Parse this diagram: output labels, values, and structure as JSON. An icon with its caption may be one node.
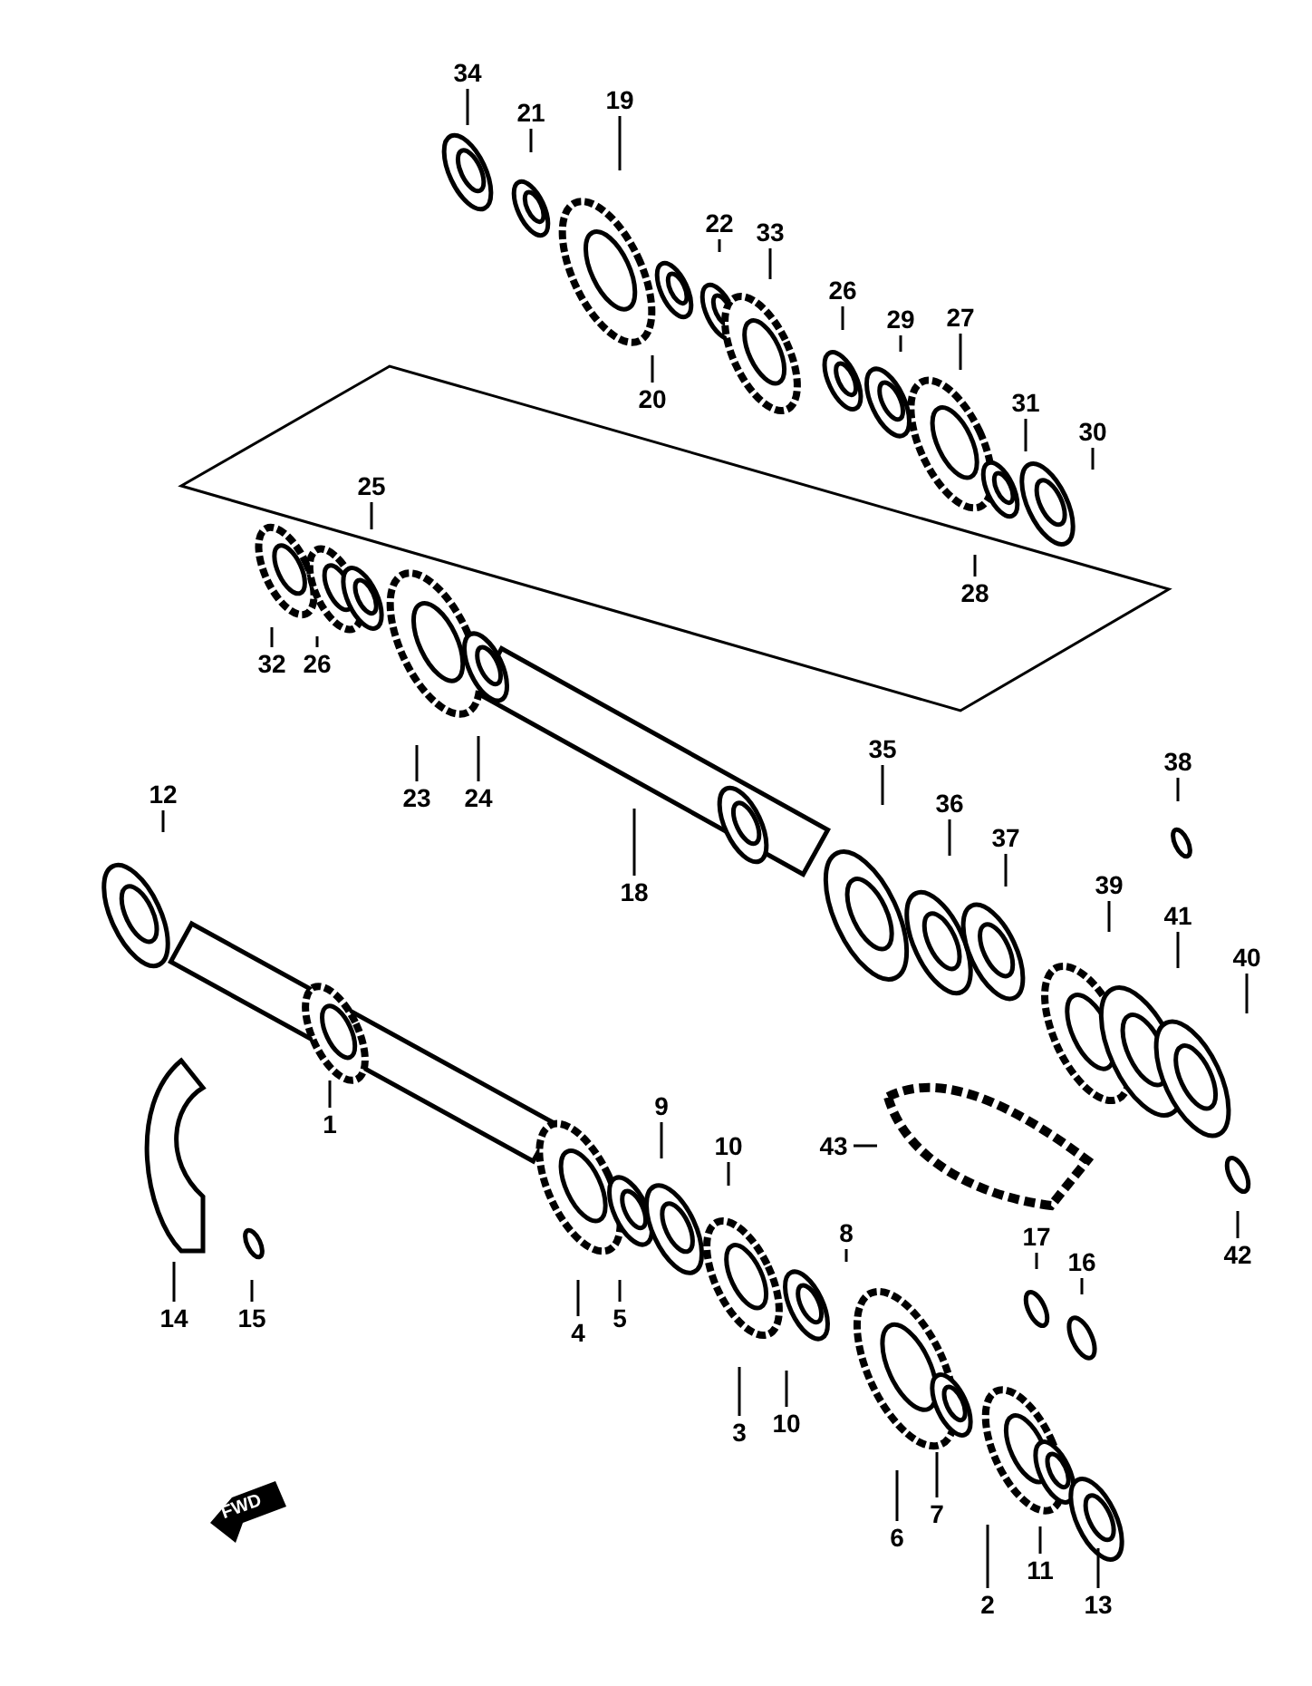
{
  "diagram": {
    "nodes": [
      {
        "text": [
          "34"
        ]
      },
      {
        "text": [
          "21"
        ]
      },
      {
        "text": [
          "19"
        ]
      },
      {
        "text": [
          "22"
        ]
      },
      {
        "text": [
          "33"
        ]
      },
      {
        "text": [
          "26"
        ]
      },
      {
        "text": [
          "27"
        ]
      },
      {
        "text": [
          "29"
        ]
      },
      {
        "text": [
          "20"
        ]
      },
      {
        "text": [
          "31"
        ]
      },
      {
        "text": [
          "30"
        ]
      },
      {
        "text": [
          "25"
        ]
      },
      {
        "text": [
          "28"
        ]
      },
      {
        "text": [
          "32"
        ]
      },
      {
        "text": [
          "26"
        ]
      },
      {
        "text": [
          "35"
        ]
      },
      {
        "text": [
          "38"
        ]
      },
      {
        "text": [
          "12"
        ]
      },
      {
        "text": [
          "23"
        ]
      },
      {
        "text": [
          "24"
        ]
      },
      {
        "text": [
          "36"
        ]
      },
      {
        "text": [
          "37"
        ]
      },
      {
        "text": [
          "18"
        ]
      },
      {
        "text": [
          "39"
        ]
      },
      {
        "text": [
          "41"
        ]
      },
      {
        "text": [
          "40"
        ]
      },
      {
        "text": [
          "9"
        ]
      },
      {
        "text": [
          "1"
        ]
      },
      {
        "text": [
          "10"
        ]
      },
      {
        "text": [
          "43"
        ]
      },
      {
        "text": [
          "8"
        ]
      },
      {
        "text": [
          "17"
        ]
      },
      {
        "text": [
          "42"
        ]
      },
      {
        "text": [
          "16"
        ]
      },
      {
        "text": [
          "14"
        ]
      },
      {
        "text": [
          "15"
        ]
      },
      {
        "text": [
          "5"
        ]
      },
      {
        "text": [
          "4"
        ]
      },
      {
        "text": [
          "3"
        ]
      },
      {
        "text": [
          "10"
        ]
      },
      {
        "text": [
          "7"
        ]
      },
      {
        "text": [
          "6"
        ]
      },
      {
        "text": [
          "11"
        ]
      },
      {
        "text": [
          "2"
        ]
      },
      {
        "text": [
          "13"
        ]
      }
    ],
    "edges": [
      {
        "from": 0,
        "to": null,
        "arrow": "none"
      },
      {
        "from": 1,
        "to": null,
        "arrow": "none"
      },
      {
        "from": 2,
        "to": null,
        "arrow": "none"
      },
      {
        "from": 3,
        "to": null,
        "arrow": "none"
      },
      {
        "from": 4,
        "to": null,
        "arrow": "none"
      },
      {
        "from": 5,
        "to": null,
        "arrow": "none"
      },
      {
        "from": 6,
        "to": null,
        "arrow": "none"
      },
      {
        "from": 7,
        "to": null,
        "arrow": "none"
      },
      {
        "from": 8,
        "to": null,
        "arrow": "none"
      },
      {
        "from": 9,
        "to": null,
        "arrow": "none"
      },
      {
        "from": 10,
        "to": null,
        "arrow": "none"
      },
      {
        "from": 11,
        "to": null,
        "arrow": "none"
      },
      {
        "from": 12,
        "to": null,
        "arrow": "none"
      },
      {
        "from": 13,
        "to": null,
        "arrow": "none"
      },
      {
        "from": 14,
        "to": null,
        "arrow": "none"
      },
      {
        "from": 15,
        "to": null,
        "arrow": "none"
      },
      {
        "from": 16,
        "to": null,
        "arrow": "none"
      },
      {
        "from": 17,
        "to": null,
        "arrow": "none"
      },
      {
        "from": 18,
        "to": null,
        "arrow": "none"
      },
      {
        "from": 19,
        "to": null,
        "arrow": "none"
      },
      {
        "from": 20,
        "to": null,
        "arrow": "none"
      },
      {
        "from": 21,
        "to": null,
        "arrow": "none"
      },
      {
        "from": 22,
        "to": null,
        "arrow": "none"
      },
      {
        "from": 23,
        "to": null,
        "arrow": "none"
      },
      {
        "from": 24,
        "to": null,
        "arrow": "none"
      },
      {
        "from": 25,
        "to": null,
        "arrow": "none"
      },
      {
        "from": 26,
        "to": null,
        "arrow": "none"
      },
      {
        "from": 27,
        "to": null,
        "arrow": "none"
      },
      {
        "from": 28,
        "to": null,
        "arrow": "none"
      },
      {
        "from": 29,
        "to": null,
        "arrow": "none"
      },
      {
        "from": 30,
        "to": null,
        "arrow": "none"
      },
      {
        "from": 31,
        "to": null,
        "arrow": "none"
      },
      {
        "from": 32,
        "to": null,
        "arrow": "none"
      },
      {
        "from": 33,
        "to": null,
        "arrow": "none"
      },
      {
        "from": 34,
        "to": null,
        "arrow": "none"
      },
      {
        "from": 35,
        "to": null,
        "arrow": "none"
      },
      {
        "from": 36,
        "to": null,
        "arrow": "none"
      },
      {
        "from": 37,
        "to": null,
        "arrow": "none"
      },
      {
        "from": 38,
        "to": null,
        "arrow": "none"
      },
      {
        "from": 39,
        "to": null,
        "arrow": "none"
      },
      {
        "from": 40,
        "to": null,
        "arrow": "none"
      },
      {
        "from": 41,
        "to": null,
        "arrow": "none"
      },
      {
        "from": 42,
        "to": null,
        "arrow": "none"
      },
      {
        "from": 43,
        "to": null,
        "arrow": "none"
      },
      {
        "from": 44,
        "to": null,
        "arrow": "none"
      }
    ],
    "labels": [
      "FWD"
    ]
  }
}
